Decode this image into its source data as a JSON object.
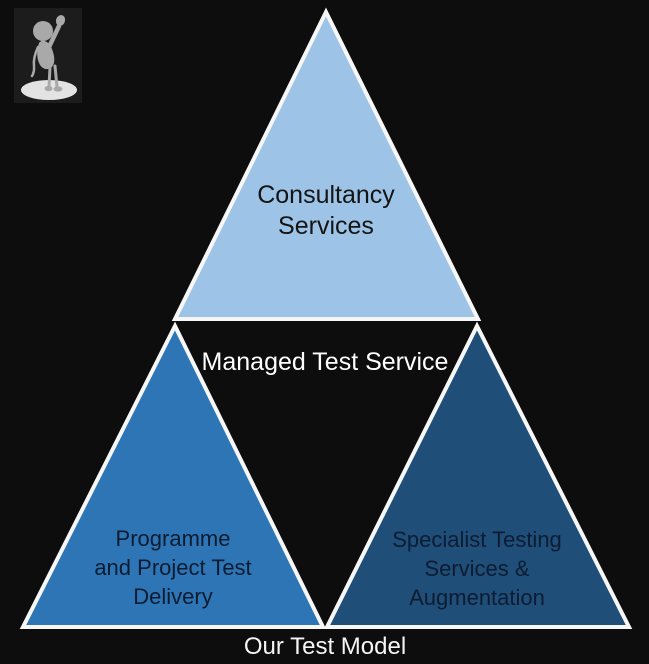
{
  "colors": {
    "background": "#0d0d0d",
    "separator_stroke": "#f7f7f7",
    "logo_box": "#1c1c1c",
    "logo_figure": "#a9a9a9",
    "logo_base_ellipse": "#e3e3e3"
  },
  "logo": {
    "icon": "waving-person-icon"
  },
  "diagram": {
    "caption": "Our Test Model",
    "segments": [
      {
        "id": "consultancy",
        "label": "Consultancy\nServices",
        "fill": "#9dc3e6",
        "text_color": "#141414"
      },
      {
        "id": "managed",
        "label": "Managed Test Service",
        "fill": "#0d0d0d",
        "text_color": "#ffffff"
      },
      {
        "id": "programme",
        "label": "Programme\nand Project Test\nDelivery",
        "fill": "#2e75b6",
        "text_color": "#0d1c31"
      },
      {
        "id": "specialist",
        "label": "Specialist Testing\nServices &\nAugmentation",
        "fill": "#1f4e79",
        "text_color": "#0d1c31"
      }
    ]
  }
}
